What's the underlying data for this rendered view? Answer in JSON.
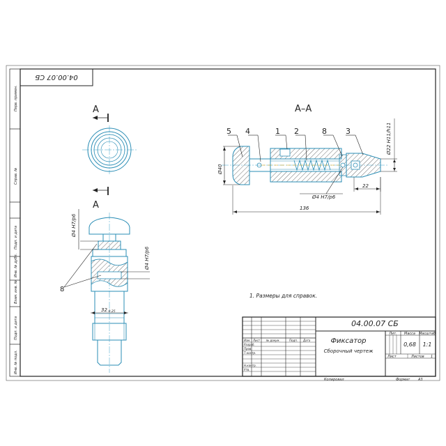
{
  "drawing_number": "04.00.07 СБ",
  "drawing_number_rotated": "04.00.07 СБ",
  "section_label": "A–A",
  "cut_letter": "A",
  "callouts": [
    "5",
    "4",
    "1",
    "2",
    "8",
    "3"
  ],
  "dimensions": {
    "dia40": "Ø40",
    "dia22": "Ø22 H11/h11",
    "dia4_fit": "Ø4 H7/p6",
    "len22": "22",
    "len136": "136",
    "len32": "32",
    "len32_tol": "-0.25",
    "left_fit_top": "Ø4 H7/p6",
    "left_fit_right": "Ø4 H7/p6",
    "left_callout": "8"
  },
  "note": "1. Размеры для справок.",
  "title_block": {
    "designation": "04.00.07 СБ",
    "name": "Фиксатор",
    "doc_type": "Сборочный чертеж",
    "header_lit": "Лит.",
    "header_mass": "Масса",
    "header_scale": "Масштаб",
    "mass": "0,68",
    "scale": "1:1",
    "sheet_label": "Лист",
    "sheets_label": "Листов",
    "sheets_count": "1",
    "copied": "Копировал",
    "format_label": "Формат",
    "format_value": "A3",
    "row_labels": [
      "Изм.",
      "Лист",
      "№ докум.",
      "Подп.",
      "Дата"
    ],
    "role_labels": [
      "Разраб.",
      "Пров.",
      "Т.контр.",
      "",
      "Н.контр.",
      "Утв."
    ]
  },
  "side_labels": [
    "Перв. примен.",
    "Справ. №",
    "Подп. и дата",
    "Инв. № дубл.",
    "Взам. инв. №",
    "Подп. и дата",
    "Инв. № подл."
  ]
}
